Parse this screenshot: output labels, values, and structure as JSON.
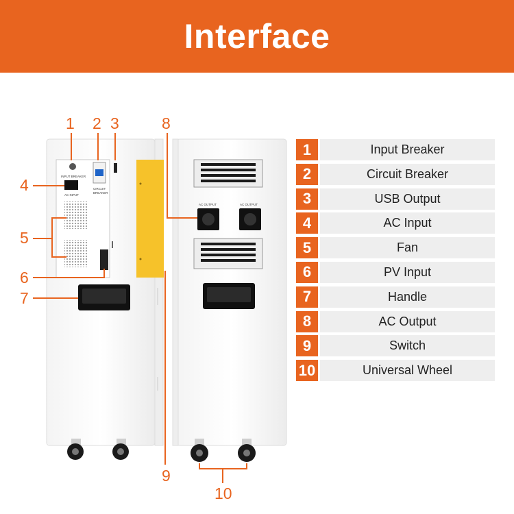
{
  "banner": {
    "title": "Interface"
  },
  "callouts": {
    "left": [
      "1",
      "2",
      "3",
      "4",
      "5",
      "6",
      "7"
    ],
    "right": [
      "8",
      "9",
      "10"
    ]
  },
  "device_labels": {
    "input_breaker": "INPUT BREAKER",
    "ac_input": "AC INPUT",
    "circuit_breaker_1": "CIRCUIT",
    "circuit_breaker_2": "BREAKER",
    "ac_output_1": "AC OUTPUT",
    "ac_output_2": "AC OUTPUT"
  },
  "legend": {
    "items": [
      {
        "number": "1",
        "label": "Input Breaker"
      },
      {
        "number": "2",
        "label": "Circuit Breaker"
      },
      {
        "number": "3",
        "label": "USB Output"
      },
      {
        "number": "4",
        "label": "AC Input"
      },
      {
        "number": "5",
        "label": "Fan"
      },
      {
        "number": "6",
        "label": "PV Input"
      },
      {
        "number": "7",
        "label": "Handle"
      },
      {
        "number": "8",
        "label": "AC Output"
      },
      {
        "number": "9",
        "label": "Switch"
      },
      {
        "number": "10",
        "label": "Universal Wheel"
      }
    ]
  },
  "colors": {
    "accent": "#e8641f",
    "legend_bg": "#eeeeee",
    "side_panel": "#f6c22a"
  }
}
